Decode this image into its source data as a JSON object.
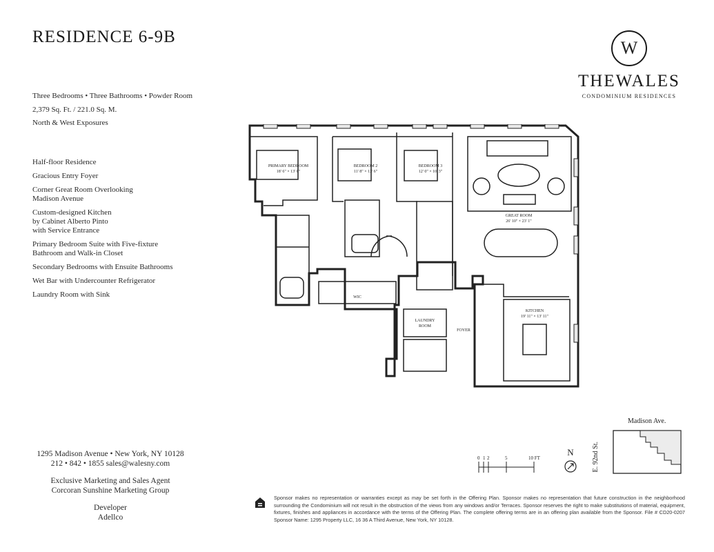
{
  "header": {
    "title": "RESIDENCE 6-9B"
  },
  "specs": {
    "line1": "Three Bedrooms  •  Three Bathrooms  •  Powder Room",
    "line2": "2,379 Sq. Ft. / 221.0 Sq. M.",
    "line3": "North & West Exposures"
  },
  "features": [
    "Half-floor Residence",
    "Gracious Entry Foyer",
    "Corner Great Room Overlooking\nMadison Avenue",
    "Custom-designed Kitchen\nby Cabinet Alberto Pinto\nwith Service Entrance",
    "Primary Bedroom Suite with Five-fixture\nBathroom and Walk-in Closet",
    "Secondary Bedrooms with Ensuite Bathrooms",
    "Wet Bar with Undercounter Refrigerator",
    "Laundry Room with Sink"
  ],
  "brand": {
    "monogram": "W",
    "name": "THEWALES",
    "subtitle": "CONDOMINIUM RESIDENCES"
  },
  "contact": {
    "address": "1295 Madison Avenue • New York, NY 10128",
    "phone": "212 • 842 • 1855    sales@walesny.com",
    "agent_title": "Exclusive Marketing and Sales Agent",
    "agent_name": "Corcoran Sunshine Marketing Group",
    "developer_title": "Developer",
    "developer_name": "Adellco"
  },
  "floorplan": {
    "primary_bedroom": "PRIMARY BEDROOM",
    "primary_bedroom_dims": "18' 6\" × 13' 0\"",
    "bedroom2": "BEDROOM 2",
    "bedroom2_dims": "11' 8\" × 13' 6\"",
    "bedroom3": "BEDROOM 3",
    "bedroom3_dims": "12' 0\" × 10' 3\"",
    "great_room": "GREAT ROOM",
    "great_room_dims": "26' 10\" × 23' 1\"",
    "kitchen": "KITCHEN",
    "kitchen_dims": "19' 11\" × 13' 11\"",
    "wic": "WIC",
    "laundry": "LAUNDRY",
    "laundry2": "ROOM",
    "foyer": "FOYER"
  },
  "map": {
    "avenue": "Madison Ave.",
    "street": "E. 92nd St."
  },
  "compass": {
    "north": "N"
  },
  "scale": {
    "labels": [
      "0",
      "1",
      "2",
      "5",
      "10 FT"
    ]
  },
  "disclaimer": "Sponsor makes no representation or warranties except as may be set forth in the Offering Plan. Sponsor makes no representation that future construction in the neighborhood surrounding the Condominium will not result in the obstruction of the views from any windows and/or Terraces. Sponsor reserves the right to make substitutions of material, equipment, fixtures, finishes and appliances in accordance with the terms of the Offering Plan. The complete offering terms are in an offering plan available from the Sponsor. File # CD20-0207 Sponsor Name: 1295 Property LLC, 16 36 A Third Avenue, New York, NY 10128."
}
